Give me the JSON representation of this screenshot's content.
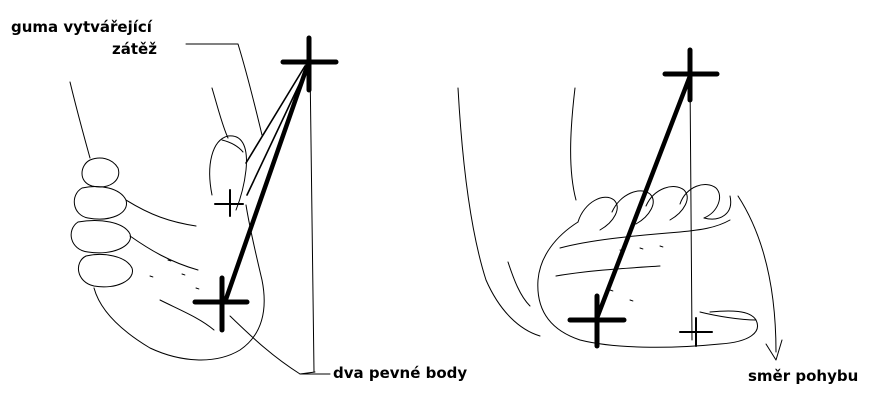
{
  "labels": {
    "rubber_band_line1": "guma vytvářející",
    "rubber_band_line2": "zátěž",
    "fixed_points": "dva pevné body",
    "direction": "směr pohybu"
  }
}
